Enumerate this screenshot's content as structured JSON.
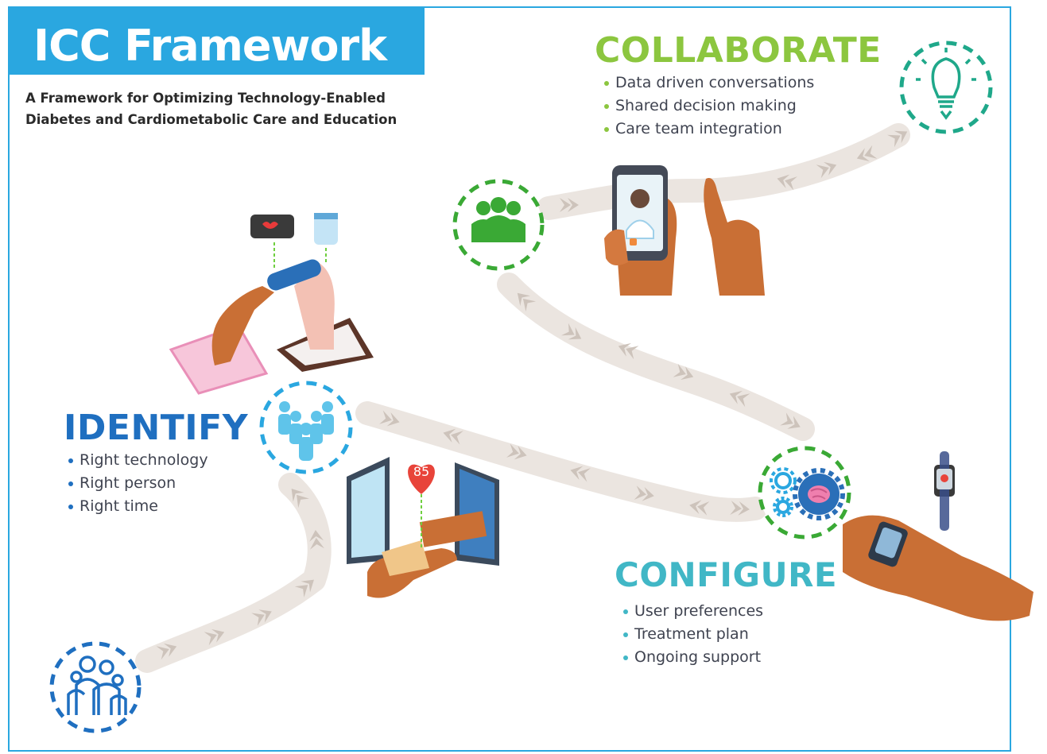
{
  "header": {
    "title": "ICC Framework",
    "subtitle": "A Framework for Optimizing Technology-Enabled Diabetes and Cardiometabolic Care and Education"
  },
  "stages": {
    "collaborate": {
      "title": "COLLABORATE",
      "color": "#8cc63f",
      "icon": "lightbulb-icon",
      "bullets": [
        "Data driven conversations",
        "Shared decision making",
        "Care team integration"
      ]
    },
    "identify": {
      "title": "IDENTIFY",
      "color": "#1f6fc0",
      "icon": "people-group-icon",
      "bullets": [
        "Right technology",
        "Right person",
        "Right time"
      ]
    },
    "configure": {
      "title": "CONFIGURE",
      "color": "#41b7c6",
      "icon": "gears-brain-icon",
      "bullets": [
        "User preferences",
        "Treatment plan",
        "Ongoing support"
      ]
    }
  },
  "illustrations": {
    "heart_rate": "85"
  },
  "colors": {
    "frame": "#2aa7e0",
    "collaborate": "#8cc63f",
    "identify": "#1f6fc0",
    "configure": "#41b7c6",
    "path": "#e8e1dc",
    "skin": "#c96f35"
  }
}
